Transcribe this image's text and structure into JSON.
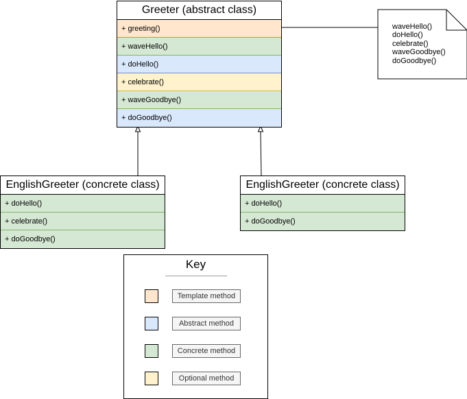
{
  "colors": {
    "template_fill": "#ffe6cc",
    "template_stroke": "#d79b00",
    "abstract_fill": "#dae8fc",
    "abstract_stroke": "#6c8ebf",
    "concrete_fill": "#d5e8d4",
    "concrete_stroke": "#82b366",
    "optional_fill": "#fff2cc",
    "optional_stroke": "#d6b656"
  },
  "greeter": {
    "title": "Greeter (abstract class)",
    "methods": [
      {
        "label": "+ greeting()",
        "kind": "template"
      },
      {
        "label": "+ waveHello()",
        "kind": "concrete"
      },
      {
        "label": "+ doHello()",
        "kind": "abstract"
      },
      {
        "label": "+ celebrate()",
        "kind": "optional"
      },
      {
        "label": "+ waveGoodbye()",
        "kind": "concrete"
      },
      {
        "label": "+ doGoodbye()",
        "kind": "abstract"
      }
    ]
  },
  "note": {
    "lines": [
      "waveHello()",
      "doHello()",
      "celebrate()",
      "waveGoodbye()",
      "doGoodbye()"
    ]
  },
  "english_greeter_left": {
    "title": "EnglishGreeter (concrete class)",
    "methods": [
      {
        "label": "+ doHello()",
        "kind": "concrete"
      },
      {
        "label": "+ celebrate()",
        "kind": "concrete"
      },
      {
        "label": "+ doGoodbye()",
        "kind": "concrete"
      }
    ]
  },
  "english_greeter_right": {
    "title": "EnglishGreeter (concrete class)",
    "methods": [
      {
        "label": "+ doHello()",
        "kind": "concrete"
      },
      {
        "label": "+ doGoodbye()",
        "kind": "concrete"
      }
    ]
  },
  "key": {
    "title": "Key",
    "items": [
      {
        "label": "Template method",
        "kind": "template"
      },
      {
        "label": "Abstract method",
        "kind": "abstract"
      },
      {
        "label": "Concrete method",
        "kind": "concrete"
      },
      {
        "label": "Optional method",
        "kind": "optional"
      }
    ]
  }
}
